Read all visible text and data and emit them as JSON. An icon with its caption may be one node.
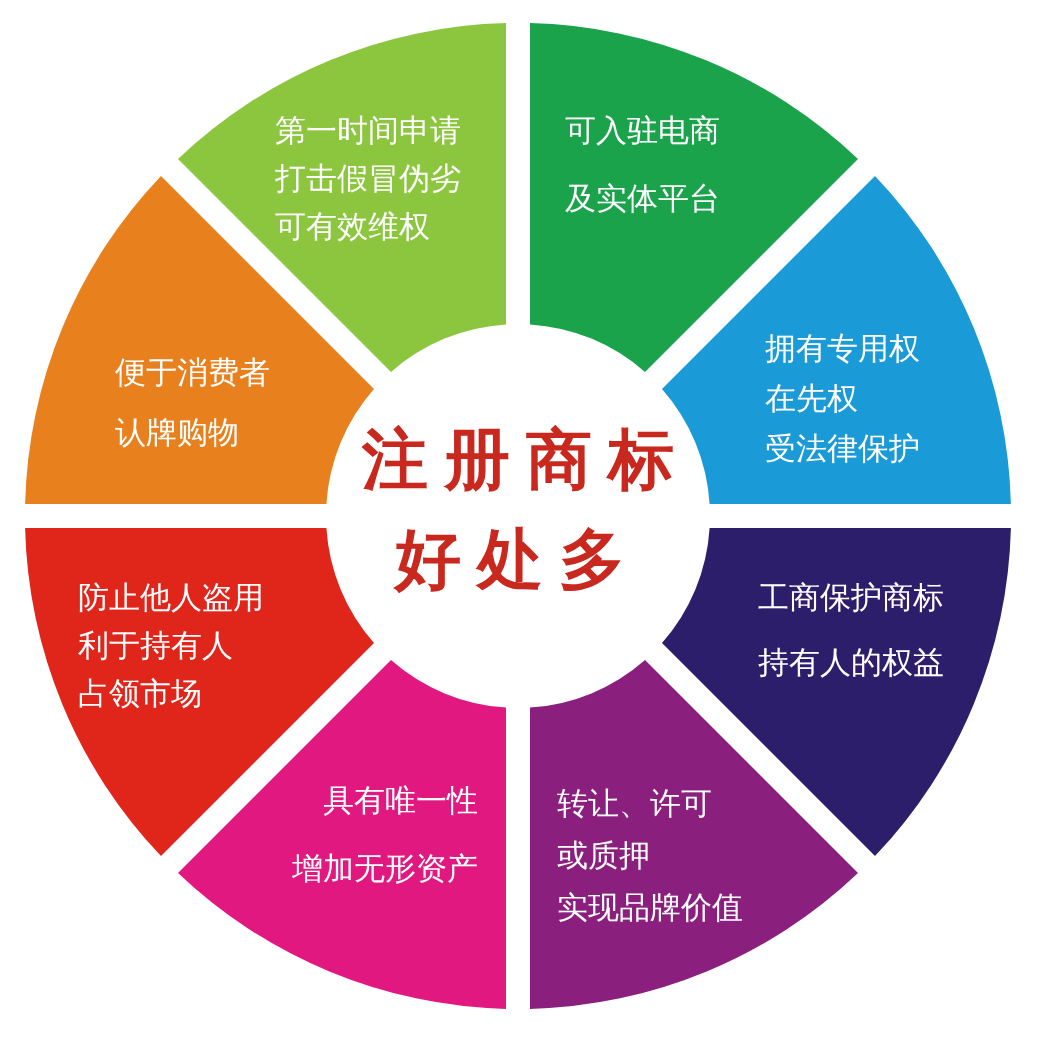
{
  "diagram": {
    "title": "注册商标好处多",
    "nodes": [
      {
        "text": [
          "第一时间申请",
          "打击假冒伪劣",
          "可有效维权"
        ]
      },
      {
        "text": [
          "可入驻电商",
          "及实体平台"
        ]
      },
      {
        "text": [
          "拥有专用权",
          "在先权",
          "受法律保护"
        ]
      },
      {
        "text": [
          "工商保护商标",
          "持有人的权益"
        ]
      },
      {
        "text": [
          "转让、许可",
          "或质押",
          "实现品牌价值"
        ]
      },
      {
        "text": [
          "具有唯一性",
          "增加无形资产"
        ]
      },
      {
        "text": [
          "防止他人盗用",
          "利于持有人",
          "占领市场"
        ]
      },
      {
        "text": [
          "便于消费者",
          "认牌购物"
        ]
      }
    ]
  }
}
